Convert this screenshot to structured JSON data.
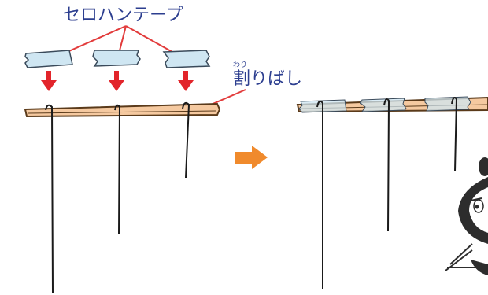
{
  "labels": {
    "tape": "セロハンテープ",
    "chopstick": "割りばし",
    "chopstick_furigana": "わり"
  },
  "colors": {
    "label_text": "#2c3e8f",
    "leader_line": "#e23b3b",
    "arrow_red": "#e2252b",
    "step_arrow": "#f08a2c",
    "chopstick_fill": "#f5c9a0",
    "chopstick_stroke": "#5a3a1a",
    "tape_fill": "#cfe6f2",
    "string": "#1a1a1a"
  },
  "icons": {
    "down_arrow": "down-arrow-icon",
    "step_arrow": "right-arrow-icon",
    "character": "cartoon-penguin-character"
  }
}
